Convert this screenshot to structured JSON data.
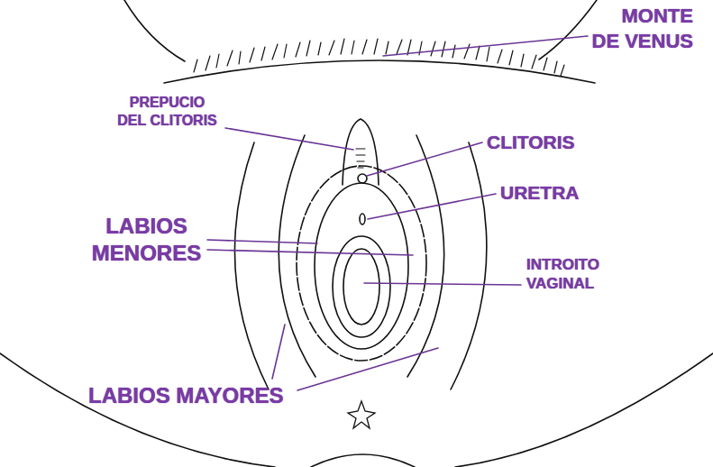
{
  "diagram": {
    "labels": [
      "MONTE DE VENUS",
      "PREPUCIO DEL CLITORIS",
      "CLITORIS",
      "URETRA",
      "LABIOS MENORES",
      "INTROITO VAGINAL",
      "LABIOS MAYORES"
    ]
  }
}
